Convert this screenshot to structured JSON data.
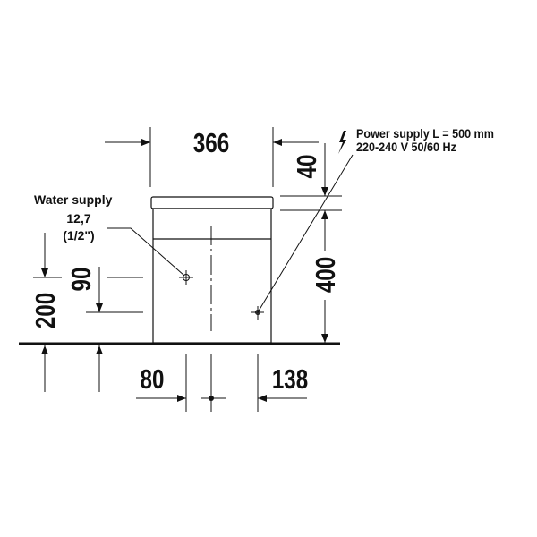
{
  "drawing": {
    "dimensions": {
      "width": "366",
      "lid_height": "40",
      "height": "400",
      "water_height": "200",
      "power_offset": "90",
      "water_offset_x": "80",
      "power_offset_x": "138"
    },
    "water_supply": {
      "label": "Water supply",
      "size_mm": "12,7",
      "size_in": "(1/2\")"
    },
    "power_supply": {
      "icon": "lightning-icon",
      "line1": "Power supply L = 500 mm",
      "line2": "220-240 V  50/60 Hz"
    }
  }
}
